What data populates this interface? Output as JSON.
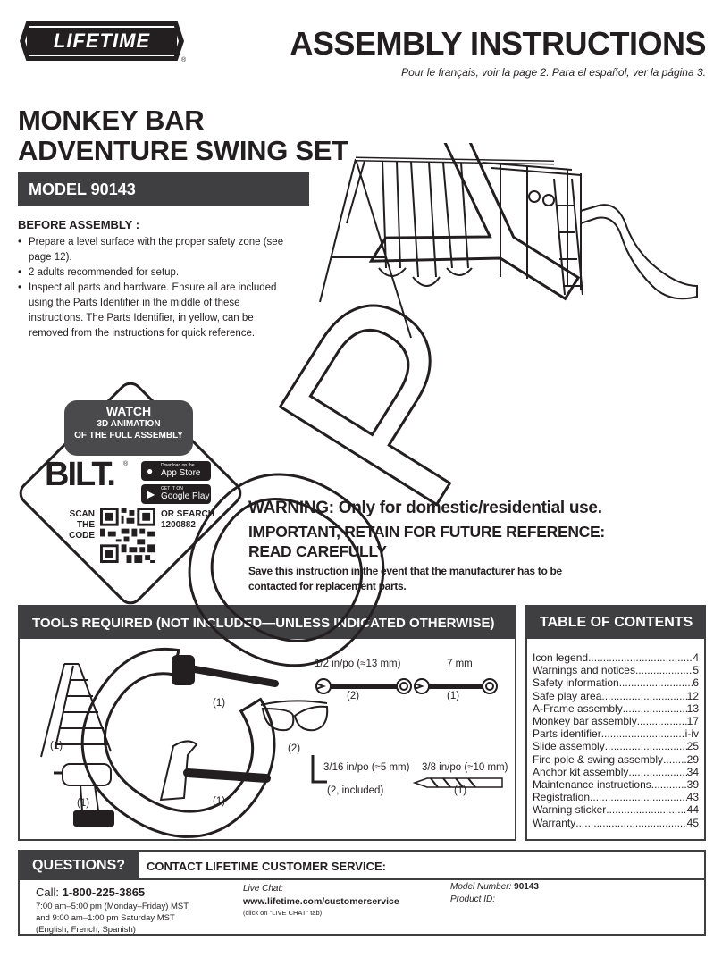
{
  "brand": {
    "logo_text": "LIFETIME",
    "reg": "®"
  },
  "header": {
    "title": "ASSEMBLY INSTRUCTIONS",
    "lang_note": "Pour le français, voir la page 2. Para el español, ver la página 3."
  },
  "product": {
    "name_line1": "MONKEY BAR",
    "name_line2": "ADVENTURE SWING SET",
    "model": "MODEL 90143"
  },
  "before_assembly": {
    "heading": "BEFORE ASSEMBLY :",
    "items": [
      "Prepare a level surface with the proper safety zone (see page 12).",
      "2 adults recommended for setup.",
      "Inspect all parts and hardware. Ensure all are included using the Parts Identifier in the middle of these instructions. The Parts Identifier, in yellow, can be removed from the instructions for quick reference."
    ]
  },
  "bilt": {
    "watch": "WATCH",
    "watch_sub1": "3D ANIMATION",
    "watch_sub2": "OF THE FULL ASSEMBLY",
    "logo": "BILT.",
    "reg": "®",
    "app_store_small": "Download on the",
    "app_store": "App Store",
    "google_small": "GET IT ON",
    "google": "Google Play",
    "scan1": "SCAN THE",
    "scan2": "CODE",
    "search1": "OR SEARCH",
    "search2": "1200882"
  },
  "warning": {
    "line1": "WARNING: Only for domestic/residential use.",
    "line2": "IMPORTANT, RETAIN FOR FUTURE REFERENCE: READ CAREFULLY",
    "line3": "Save this instruction in the event that the manufacturer has to be contacted for replacement parts."
  },
  "tools": {
    "heading": "TOOLS REQUIRED (NOT INCLUDED—UNLESS INDICATED OTHERWISE)",
    "ladder_qty": "(1)",
    "mallet_qty": "(1)",
    "drill_qty": "(1)",
    "hammer_qty": "(1)",
    "glasses_qty": "(2)",
    "wrench1_label": "1/2 in/po (≈13 mm)",
    "wrench1_qty": "(2)",
    "wrench2_label": "7 mm",
    "wrench2_qty": "(1)",
    "hex_label": "3/16 in/po (≈5 mm)",
    "hex_qty": "(2, included)",
    "bit_label": "3/8 in/po (≈10 mm)",
    "bit_qty": "(1)"
  },
  "toc": {
    "heading": "TABLE OF CONTENTS",
    "items": [
      {
        "title": "Icon legend",
        "page": "4"
      },
      {
        "title": "Warnings and notices",
        "page": "5"
      },
      {
        "title": "Safety information",
        "page": "6"
      },
      {
        "title": "Safe play area",
        "page": "12"
      },
      {
        "title": "A-Frame assembly",
        "page": "13"
      },
      {
        "title": "Monkey bar assembly",
        "page": "17"
      },
      {
        "title": "Parts identifier",
        "page": "i-iv"
      },
      {
        "title": "Slide assembly",
        "page": "25"
      },
      {
        "title": "Fire pole & swing assembly",
        "page": "29"
      },
      {
        "title": "Anchor kit assembly",
        "page": "34"
      },
      {
        "title": "Maintenance instructions",
        "page": "39"
      },
      {
        "title": "Registration",
        "page": "43"
      },
      {
        "title": "Warning sticker",
        "page": "44"
      },
      {
        "title": "Warranty",
        "page": "45"
      }
    ]
  },
  "questions": {
    "heading": "QUESTIONS?",
    "contact": "CONTACT LIFETIME CUSTOMER SERVICE:",
    "call_label": "Call:",
    "phone": "1-800-225-3865",
    "hours1": "7:00 am–5:00 pm (Monday–Friday) MST",
    "hours2": "and 9:00 am–1:00 pm Saturday MST",
    "hours3": "(English, French, Spanish)",
    "chat_label": "Live Chat:",
    "chat_url": "www.lifetime.com/customerservice",
    "chat_note": "(click on \"LIVE CHAT\" tab)",
    "model_label": "Model Number:",
    "model_value": "90143",
    "product_id_label": "Product ID:"
  },
  "watermark": "COPY"
}
